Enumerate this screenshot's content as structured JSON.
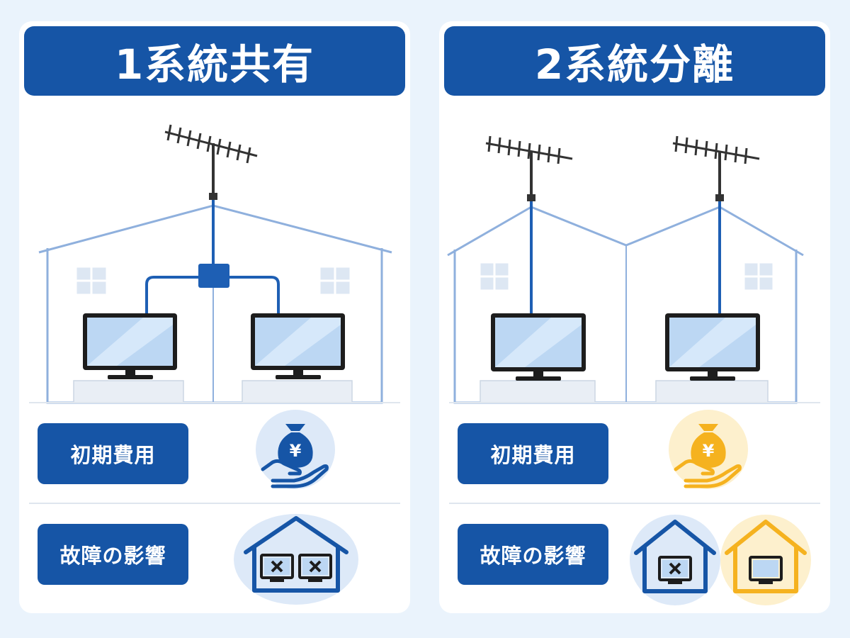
{
  "left_panel": {
    "title": "1系統共有",
    "rows": {
      "initial_cost_label": "初期費用",
      "failure_impact_label": "故障の影響"
    },
    "cost_icon": {
      "name": "money-bag-hand-icon",
      "color": "#1655a6",
      "circle_bg": "#dde9f8",
      "symbol": "¥"
    },
    "impact_icon": {
      "name": "house-two-broken-tvs-icon",
      "color": "#1655a6",
      "circle_bg": "#dde9f8"
    }
  },
  "right_panel": {
    "title": "2系統分離",
    "rows": {
      "initial_cost_label": "初期費用",
      "failure_impact_label": "故障の影響"
    },
    "cost_icon": {
      "name": "money-bag-hand-icon",
      "color": "#f5b21f",
      "circle_bg": "#fdf0cd",
      "symbol": "¥"
    },
    "impact_icons": [
      {
        "name": "house-broken-tv-icon",
        "color": "#1655a6",
        "circle_bg": "#dde9f8"
      },
      {
        "name": "house-working-tv-icon",
        "color": "#f5b21f",
        "circle_bg": "#fdf0cd"
      }
    ]
  },
  "colors": {
    "primary": "#1655a6",
    "accent_yellow": "#f5b21f",
    "house_outline": "#8fb0dd",
    "cable": "#1e5fb4",
    "background": "#eaf3fc"
  }
}
